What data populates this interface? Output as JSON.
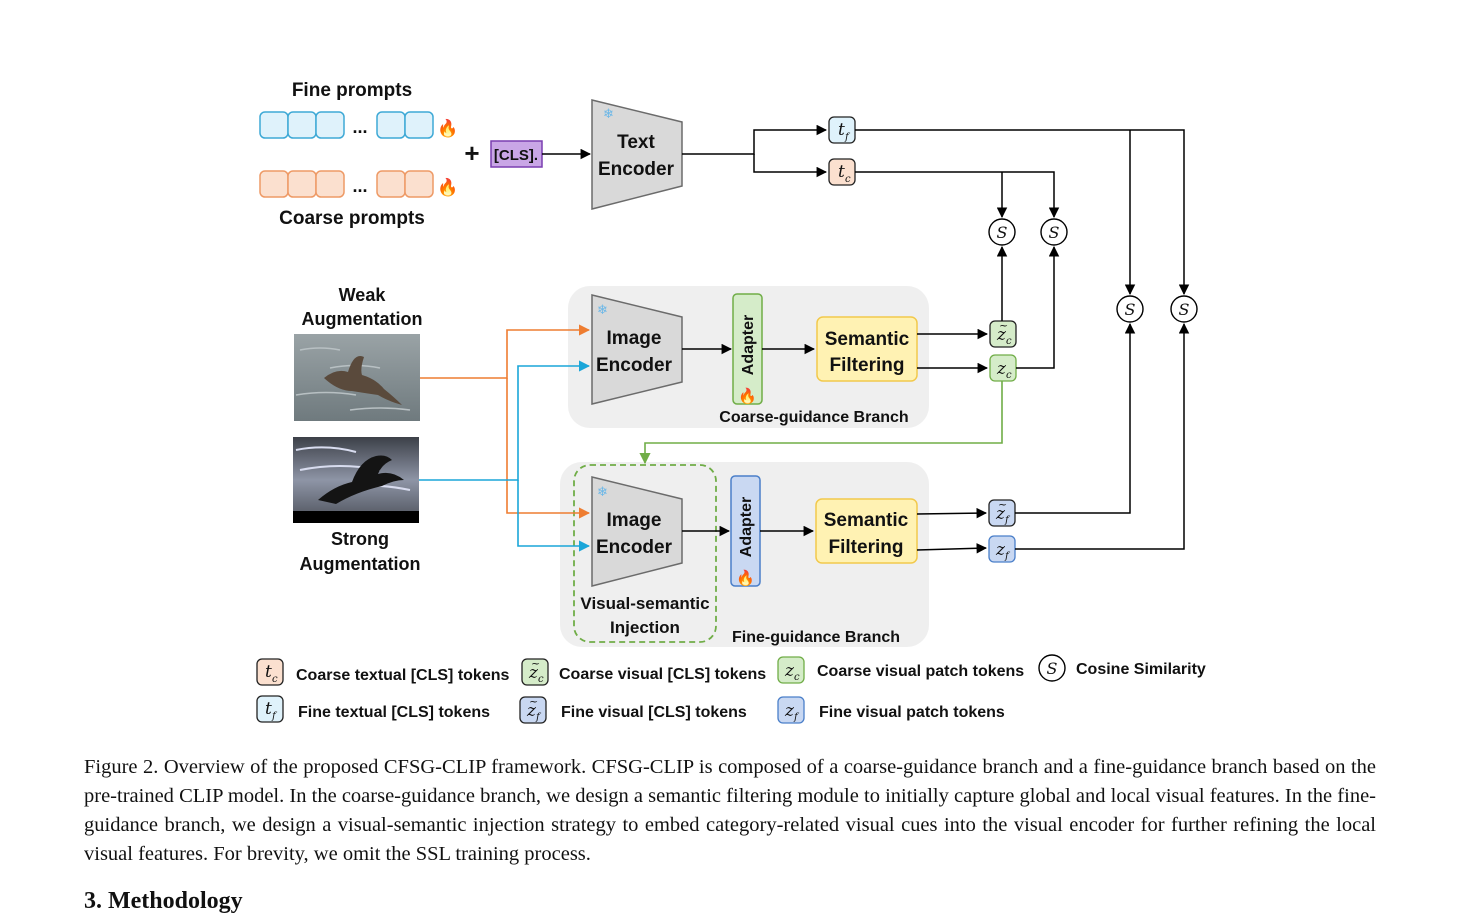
{
  "prompts": {
    "fine_label": "Fine prompts",
    "coarse_label": "Coarse prompts",
    "ellipsis": "...",
    "plus": "+",
    "cls_token": "[CLS]."
  },
  "encoders": {
    "text_l1": "Text",
    "text_l2": "Encoder",
    "image_l1": "Image",
    "image_l2": "Encoder",
    "adapter": "Adapter",
    "semantic_l1": "Semantic",
    "semantic_l2": "Filtering",
    "snowflake": "❄",
    "flame": "🔥"
  },
  "augmentations": {
    "weak_l1": "Weak",
    "weak_l2": "Augmentation",
    "strong_l1": "Strong",
    "strong_l2": "Augmentation"
  },
  "branches": {
    "coarse": "Coarse-guidance Branch",
    "fine": "Fine-guidance Branch",
    "injection_l1": "Visual-semantic",
    "injection_l2": "Injection"
  },
  "tokens": {
    "tf": "t",
    "tf_sub": "f",
    "tc": "t",
    "tc_sub": "c",
    "zc": "z",
    "zc_sub": "c",
    "zf": "z",
    "zf_sub": "f",
    "tilde": "~",
    "similarity": "S"
  },
  "legend": {
    "coarse_text": "Coarse textual [CLS] tokens",
    "coarse_visual_cls": "Coarse visual [CLS] tokens",
    "coarse_patch": "Coarse visual patch tokens",
    "cosine": "Cosine Similarity",
    "fine_text": "Fine textual [CLS] tokens",
    "fine_visual_cls": "Fine visual [CLS] tokens",
    "fine_patch": "Fine visual patch tokens"
  },
  "caption": "Figure 2. Overview of the proposed CFSG-CLIP framework. CFSG-CLIP is composed of a coarse-guidance branch and a fine-guidance branch based on the pre-trained CLIP model. In the coarse-guidance branch, we design a semantic filtering module to initially capture global and local visual features. In the fine-guidance branch, we design a visual-semantic injection strategy to embed category-related visual cues into the visual encoder for further refining the local visual features. For brevity, we omit the SSL training process.",
  "next_section": "3. Methodology",
  "colors": {
    "fine_prompt": "#dff2fb",
    "coarse_prompt": "#fbe0cf",
    "cls_fill": "#c9a6e6",
    "cls_stroke": "#7a3fb0",
    "encoder_fill": "#d9d9d9",
    "semantic_fill": "#fff2b3",
    "semantic_stroke": "#f2c94c",
    "coarse_adapter": "#d5ecc9",
    "fine_adapter": "#c9d8f2",
    "branch_bg": "#efefef",
    "orange_arrow": "#ee7d31",
    "blue_arrow": "#1aa6d9",
    "green_arrow": "#70ad47"
  }
}
